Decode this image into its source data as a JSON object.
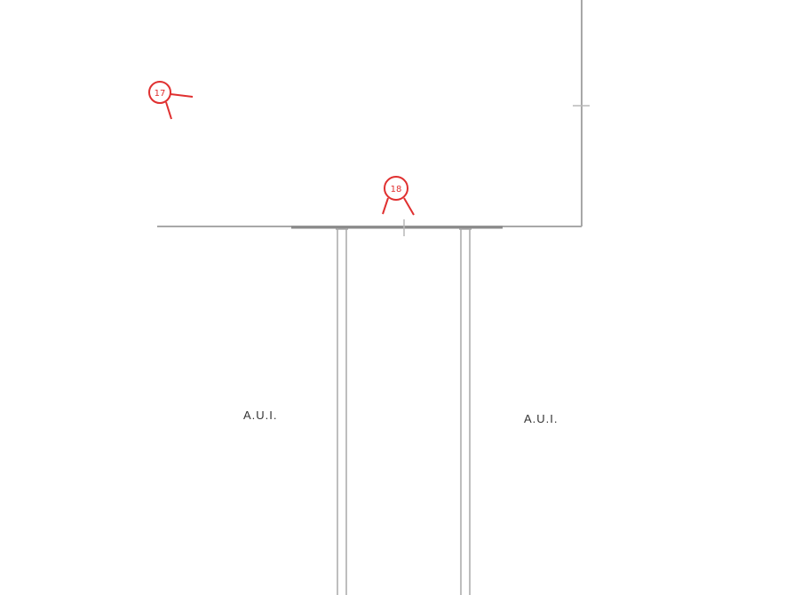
{
  "plan": {
    "markers": [
      {
        "id": "17",
        "color": "#e03030"
      },
      {
        "id": "18",
        "color": "#e03030"
      }
    ],
    "zone_labels": [
      "A.U.I.",
      "A.U.I."
    ],
    "line_color": "#a8a8a8"
  }
}
